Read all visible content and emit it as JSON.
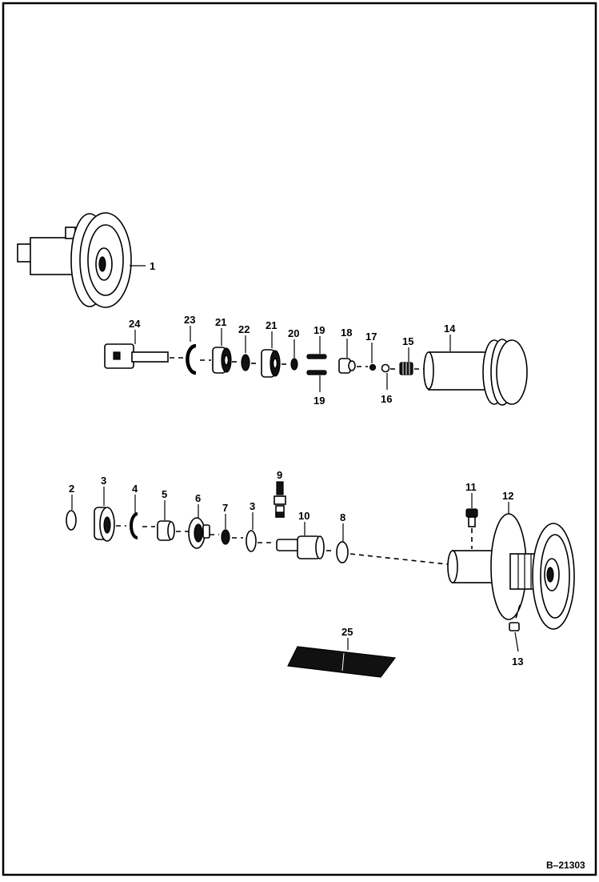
{
  "drawing_number": "B–21303",
  "callouts": {
    "c1": "1",
    "c2": "2",
    "c3a": "3",
    "c3b": "3",
    "c4": "4",
    "c5": "5",
    "c6": "6",
    "c7": "7",
    "c8": "8",
    "c9": "9",
    "c10": "10",
    "c11": "11",
    "c12": "12",
    "c13": "13",
    "c14": "14",
    "c15": "15",
    "c16": "16",
    "c17": "17",
    "c18": "18",
    "c19a": "19",
    "c19b": "19",
    "c20": "20",
    "c21a": "21",
    "c21b": "21",
    "c22": "22",
    "c23": "23",
    "c24": "24",
    "c25": "25"
  }
}
